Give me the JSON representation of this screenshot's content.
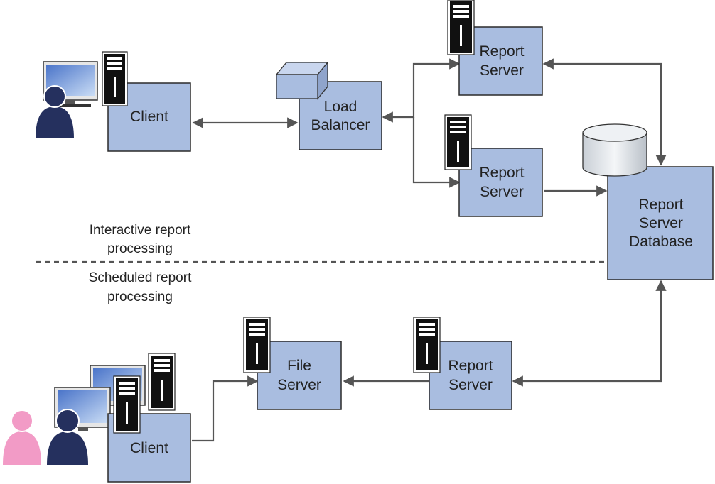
{
  "colors": {
    "box_fill": "#a9bde0",
    "box_stroke": "#2a2a2a",
    "person_dark": "#25305e",
    "person_pink": "#f29bc6",
    "connector": "#555555"
  },
  "nodes": {
    "client_top": [
      "Client"
    ],
    "load_balancer": [
      "Load",
      "Balancer"
    ],
    "report_server_1": [
      "Report",
      "Server"
    ],
    "report_server_2": [
      "Report",
      "Server"
    ],
    "report_server_database": [
      "Report",
      "Server",
      "Database"
    ],
    "report_server_3": [
      "Report",
      "Server"
    ],
    "file_server": [
      "File",
      "Server"
    ],
    "client_bottom": [
      "Client"
    ]
  },
  "zones": {
    "interactive": [
      "Interactive report",
      "processing"
    ],
    "scheduled": [
      "Scheduled report",
      "processing"
    ]
  },
  "icons": [
    "computer-tower-icon",
    "monitor-icon",
    "person-icon",
    "database-cylinder-icon",
    "load-balancer-icon"
  ]
}
